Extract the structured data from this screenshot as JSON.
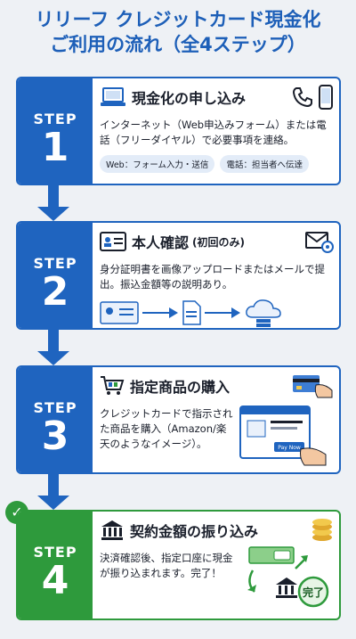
{
  "title": {
    "line1": "リリーフ クレジットカード現金化",
    "line2": "ご利用の流れ（全4ステップ）"
  },
  "step_label": "STEP",
  "steps": [
    {
      "number": "1",
      "heading": "現金化の申し込み",
      "subheading": "",
      "description": "インターネット（Web申込みフォーム）または電話（フリーダイヤル）で必要事項を連絡。",
      "chips": [
        "Web：フォーム入力・送信",
        "電話：担当者へ伝達"
      ]
    },
    {
      "number": "2",
      "heading": "本人確認",
      "subheading": "(初回のみ)",
      "description": "身分証明書を画像アップロードまたはメールで提出。振込金額等の説明あり。"
    },
    {
      "number": "3",
      "heading": "指定商品の購入",
      "subheading": "",
      "description": "クレジットカードで指示された商品を購入（Amazon/楽天のようなイメージ）。",
      "pay_label": "Pay Now"
    },
    {
      "number": "4",
      "heading": "契約金額の振り込み",
      "subheading": "",
      "description": "決済確認後、指定口座に現金が振り込まれます。完了！",
      "done_label": "完了"
    }
  ],
  "colors": {
    "blue": "#1f64bf",
    "green": "#2e9a3c"
  }
}
